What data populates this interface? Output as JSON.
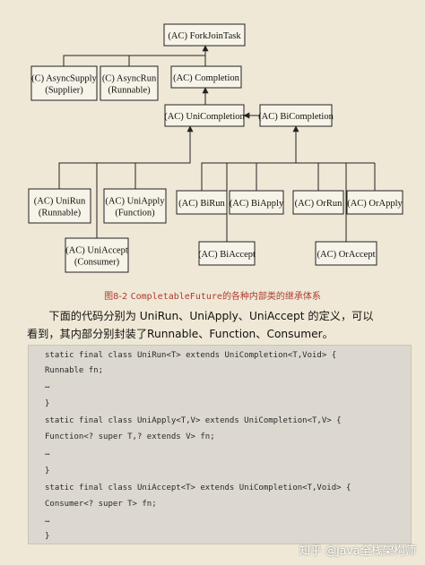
{
  "diagram": {
    "nodes": [
      {
        "id": "forkjointask",
        "lines": [
          "(AC) ForkJoinTask"
        ]
      },
      {
        "id": "asyncsupply",
        "lines": [
          "(C) AsyncSupply",
          "(Supplier)"
        ]
      },
      {
        "id": "asyncrun",
        "lines": [
          "(C) AsyncRun",
          "(Runnable)"
        ]
      },
      {
        "id": "completion",
        "lines": [
          "(AC) Completion"
        ]
      },
      {
        "id": "unicompletion",
        "lines": [
          "(AC) UniCompletion"
        ]
      },
      {
        "id": "bicompletion",
        "lines": [
          "(AC) BiCompletion"
        ]
      },
      {
        "id": "unirun",
        "lines": [
          "(AC) UniRun",
          "(Runnable)"
        ]
      },
      {
        "id": "uniapply",
        "lines": [
          "(AC) UniApply",
          "(Function)"
        ]
      },
      {
        "id": "uniaccept",
        "lines": [
          "(AC) UniAccept",
          "(Consumer)"
        ]
      },
      {
        "id": "birun",
        "lines": [
          "(AC) BiRun"
        ]
      },
      {
        "id": "biapply",
        "lines": [
          "(AC) BiApply"
        ]
      },
      {
        "id": "biaccept",
        "lines": [
          "(AC) BiAccept"
        ]
      },
      {
        "id": "orrun",
        "lines": [
          "(AC) OrRun"
        ]
      },
      {
        "id": "orapply",
        "lines": [
          "(AC) OrApply"
        ]
      },
      {
        "id": "oraccept",
        "lines": [
          "(AC) OrAccept"
        ]
      }
    ]
  },
  "caption": {
    "prefix": "图8-2 ",
    "mono": "CompletableFuture",
    "suffix": "的各种内部类的继承体系"
  },
  "paragraph": {
    "line1": "下面的代码分别为 UniRun、UniApply、UniAccept 的定义，可以",
    "line2": "看到，其内部分别封装了Runnable、Function、Consumer。"
  },
  "code": [
    "static final class UniRun<T> extends UniCompletion<T,Void> {",
    "Runnable fn;",
    "…",
    "}",
    "static final class UniApply<T,V> extends UniCompletion<T,V> {",
    "Function<? super T,? extends V> fn;",
    "…",
    "}",
    "static final class UniAccept<T> extends UniCompletion<T,Void> {",
    "Consumer<? super T> fn;",
    "…",
    "}"
  ],
  "watermark": "知乎 @Java全栈架构师"
}
